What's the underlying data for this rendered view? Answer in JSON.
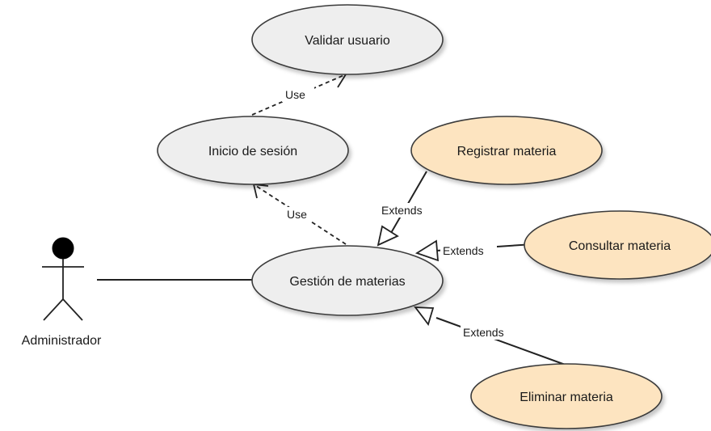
{
  "diagram": {
    "type": "uml-use-case",
    "actor": {
      "name": "Administrador"
    },
    "use_cases": {
      "validar_usuario": "Validar usuario",
      "inicio_sesion": "Inicio de sesión",
      "gestion_materias": "Gestión de materias",
      "registrar_materia": "Registrar materia",
      "consultar_materia": "Consultar materia",
      "eliminar_materia": "Eliminar materia"
    },
    "relations": {
      "use_1": "Use",
      "use_2": "Use",
      "extends_1": "Extends",
      "extends_2": "Extends",
      "extends_3": "Extends"
    },
    "colors": {
      "base_fill": "#eeeeee",
      "extension_fill": "#fde4c0",
      "border": "#3a3a3a",
      "line": "#222222",
      "actor_head": "#000000",
      "shadow": "#d8d8d8"
    }
  }
}
